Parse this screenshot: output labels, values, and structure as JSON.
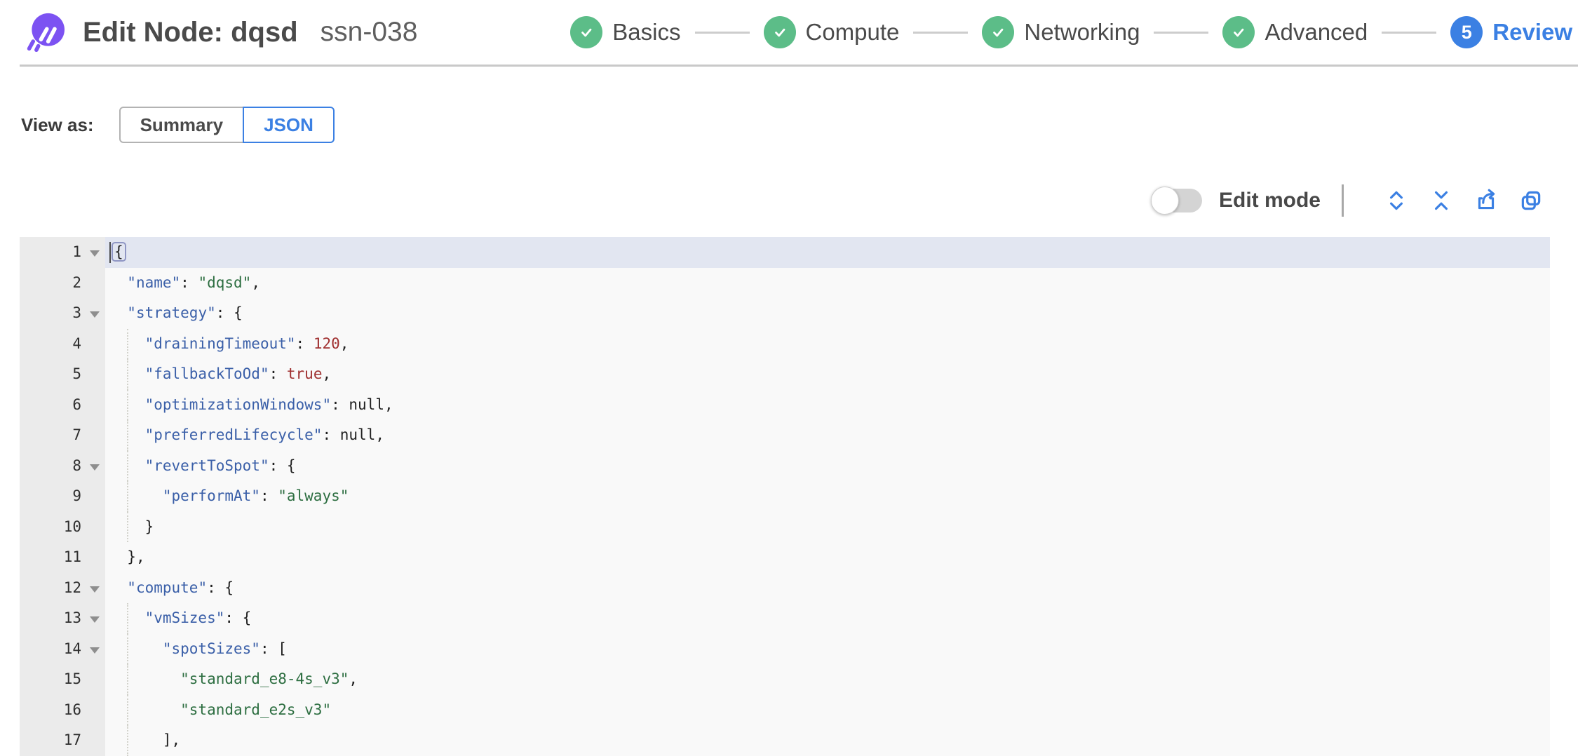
{
  "header": {
    "title": "Edit Node: dqsd",
    "subtitle": "ssn-038",
    "steps": [
      {
        "label": "Basics",
        "state": "done"
      },
      {
        "label": "Compute",
        "state": "done"
      },
      {
        "label": "Networking",
        "state": "done"
      },
      {
        "label": "Advanced",
        "state": "done"
      },
      {
        "label": "Review",
        "state": "current",
        "number": "5"
      }
    ]
  },
  "view_as": {
    "label": "View as:",
    "options": [
      {
        "label": "Summary",
        "selected": false
      },
      {
        "label": "JSON",
        "selected": true
      }
    ]
  },
  "toolbar": {
    "edit_mode_label": "Edit mode",
    "edit_mode_on": false,
    "icons": [
      "expand-all-icon",
      "collapse-all-icon",
      "export-icon",
      "copy-icon"
    ]
  },
  "colors": {
    "accent_blue": "#3b80e3",
    "step_green": "#5cbd88",
    "logo_purple": "#7c52f2",
    "editor_bg": "#f9f9f9",
    "gutter_bg": "#ebebeb",
    "active_line": "#e2e6f1",
    "syntax_key": "#3a5fa8",
    "syntax_string": "#2d6e41",
    "syntax_number": "#a03030"
  },
  "editor": {
    "lines": [
      {
        "n": "1",
        "indent": 0,
        "fold": true,
        "active": true,
        "tokens": [
          [
            "p",
            "{"
          ]
        ]
      },
      {
        "n": "2",
        "indent": 2,
        "tokens": [
          [
            "k",
            "\"name\""
          ],
          [
            "p",
            ": "
          ],
          [
            "s",
            "\"dqsd\""
          ],
          [
            "p",
            ","
          ]
        ]
      },
      {
        "n": "3",
        "indent": 2,
        "fold": true,
        "tokens": [
          [
            "k",
            "\"strategy\""
          ],
          [
            "p",
            ": {"
          ]
        ]
      },
      {
        "n": "4",
        "indent": 4,
        "tokens": [
          [
            "k",
            "\"drainingTimeout\""
          ],
          [
            "p",
            ": "
          ],
          [
            "n",
            "120"
          ],
          [
            "p",
            ","
          ]
        ]
      },
      {
        "n": "5",
        "indent": 4,
        "tokens": [
          [
            "k",
            "\"fallbackToOd\""
          ],
          [
            "p",
            ": "
          ],
          [
            "b",
            "true"
          ],
          [
            "p",
            ","
          ]
        ]
      },
      {
        "n": "6",
        "indent": 4,
        "tokens": [
          [
            "k",
            "\"optimizationWindows\""
          ],
          [
            "p",
            ": "
          ],
          [
            "u",
            "null"
          ],
          [
            "p",
            ","
          ]
        ]
      },
      {
        "n": "7",
        "indent": 4,
        "tokens": [
          [
            "k",
            "\"preferredLifecycle\""
          ],
          [
            "p",
            ": "
          ],
          [
            "u",
            "null"
          ],
          [
            "p",
            ","
          ]
        ]
      },
      {
        "n": "8",
        "indent": 4,
        "fold": true,
        "tokens": [
          [
            "k",
            "\"revertToSpot\""
          ],
          [
            "p",
            ": {"
          ]
        ]
      },
      {
        "n": "9",
        "indent": 6,
        "tokens": [
          [
            "k",
            "\"performAt\""
          ],
          [
            "p",
            ": "
          ],
          [
            "s",
            "\"always\""
          ]
        ]
      },
      {
        "n": "10",
        "indent": 4,
        "tokens": [
          [
            "p",
            "}"
          ]
        ]
      },
      {
        "n": "11",
        "indent": 2,
        "tokens": [
          [
            "p",
            "},"
          ]
        ]
      },
      {
        "n": "12",
        "indent": 2,
        "fold": true,
        "tokens": [
          [
            "k",
            "\"compute\""
          ],
          [
            "p",
            ": {"
          ]
        ]
      },
      {
        "n": "13",
        "indent": 4,
        "fold": true,
        "tokens": [
          [
            "k",
            "\"vmSizes\""
          ],
          [
            "p",
            ": {"
          ]
        ]
      },
      {
        "n": "14",
        "indent": 6,
        "fold": true,
        "tokens": [
          [
            "k",
            "\"spotSizes\""
          ],
          [
            "p",
            ": ["
          ]
        ]
      },
      {
        "n": "15",
        "indent": 8,
        "tokens": [
          [
            "s",
            "\"standard_e8-4s_v3\""
          ],
          [
            "p",
            ","
          ]
        ]
      },
      {
        "n": "16",
        "indent": 8,
        "tokens": [
          [
            "s",
            "\"standard_e2s_v3\""
          ]
        ]
      },
      {
        "n": "17",
        "indent": 6,
        "tokens": [
          [
            "p",
            "],"
          ]
        ]
      }
    ]
  }
}
